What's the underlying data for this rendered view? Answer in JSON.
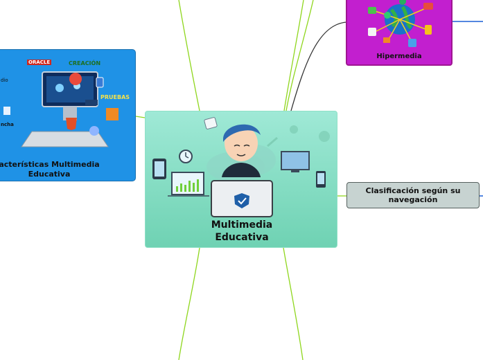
{
  "central": {
    "title_line1": "Multimedia",
    "title_line2": "Educativa"
  },
  "left_node": {
    "label_line1": "acterísticas Multimedia",
    "label_line2": "Educativa",
    "logo_words": [
      "ORACLE",
      "CREACIÓN",
      "PRUEBAS",
      "dio",
      "ncha"
    ]
  },
  "hyper_node": {
    "label": "Hipermedia"
  },
  "class_node": {
    "label": "Clasificación según su navegación"
  },
  "colors": {
    "branch_green": "#8ed61c",
    "central_bg": "#8be3cb",
    "left_bg": "#1f92e6",
    "hyper_bg": "#c21fcf",
    "class_bg": "#c7d3d1",
    "blue_line": "#1a5fd6"
  },
  "icons": [
    "laptop-icon",
    "person-avatar-icon",
    "tablet-icon",
    "clock-icon",
    "chart-icon",
    "monitor-icon",
    "phone-icon",
    "cloud-icon",
    "shield-icon",
    "computer-icon",
    "globe-icon",
    "html5-icon"
  ]
}
